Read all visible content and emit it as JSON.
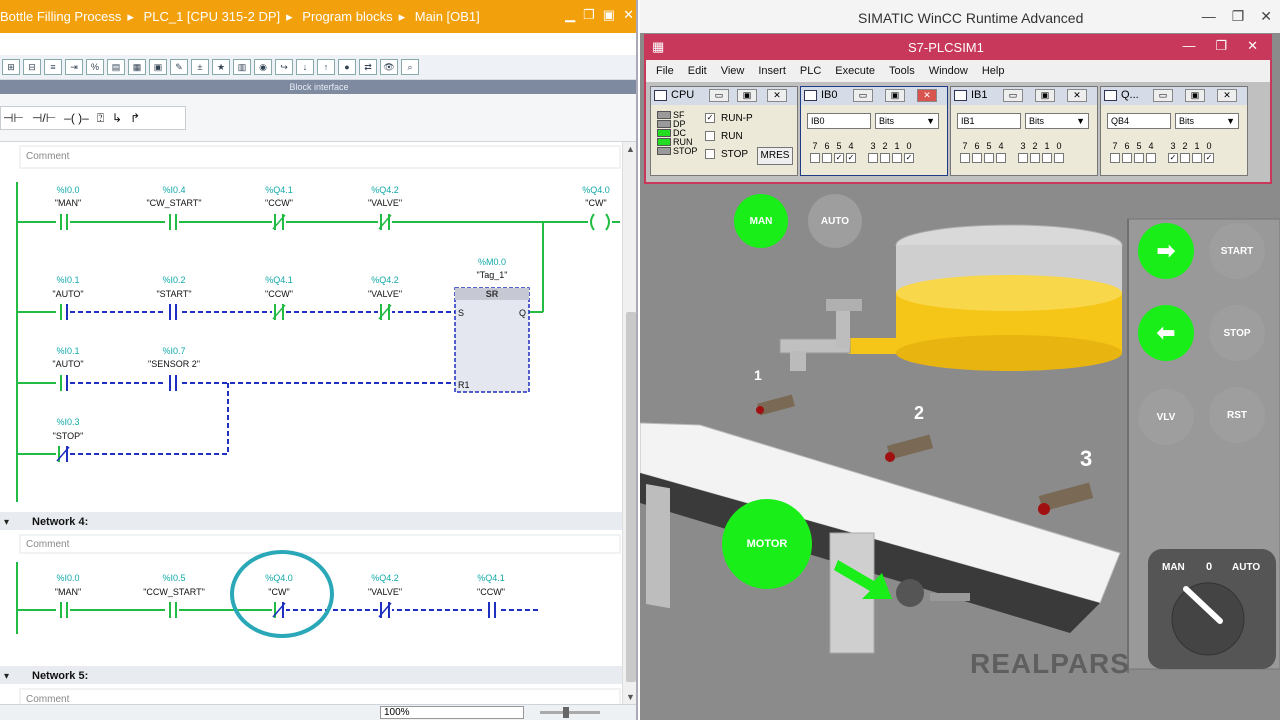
{
  "tia": {
    "breadcrumb": [
      "Bottle Filling Process",
      "PLC_1 [CPU 315-2 DP]",
      "Program blocks",
      "Main [OB1]"
    ],
    "window_buttons": [
      "▁",
      "❐",
      "▣",
      "✕"
    ],
    "block_interface": "Block interface",
    "comment_label": "Comment",
    "network4_label": "Network 4:",
    "network5_label": "Network 5:",
    "zoom": "100%",
    "net3": {
      "row1": [
        {
          "addr": "%I0.0",
          "tag": "\"MAN\""
        },
        {
          "addr": "%I0.4",
          "tag": "\"CW_START\""
        },
        {
          "addr": "%Q4.1",
          "tag": "\"CCW\""
        },
        {
          "addr": "%Q4.2",
          "tag": "\"VALVE\""
        },
        {
          "addr": "%Q4.0",
          "tag": "\"CW\""
        }
      ],
      "row2": [
        {
          "addr": "%I0.1",
          "tag": "\"AUTO\""
        },
        {
          "addr": "%I0.2",
          "tag": "\"START\""
        },
        {
          "addr": "%Q4.1",
          "tag": "\"CCW\""
        },
        {
          "addr": "%Q4.2",
          "tag": "\"VALVE\""
        }
      ],
      "sr_addr": "%M0.0",
      "sr_tag": "\"Tag_1\"",
      "sr_title": "SR",
      "sr_s": "S",
      "sr_q": "Q",
      "sr_r1": "R1",
      "row3": [
        {
          "addr": "%I0.1",
          "tag": "\"AUTO\""
        },
        {
          "addr": "%I0.7",
          "tag": "\"SENSOR 2\""
        }
      ],
      "row4": [
        {
          "addr": "%I0.3",
          "tag": "\"STOP\""
        }
      ]
    },
    "net4": {
      "row1": [
        {
          "addr": "%I0.0",
          "tag": "\"MAN\""
        },
        {
          "addr": "%I0.5",
          "tag": "\"CCW_START\""
        },
        {
          "addr": "%Q4.0",
          "tag": "\"CW\""
        },
        {
          "addr": "%Q4.2",
          "tag": "\"VALVE\""
        },
        {
          "addr": "%Q4.1",
          "tag": "\"CCW\""
        }
      ]
    }
  },
  "wincc": {
    "title": "SIMATIC WinCC Runtime Advanced",
    "window_buttons": [
      "—",
      "❐",
      "✕"
    ]
  },
  "plcsim": {
    "title": "S7-PLCSIM1",
    "window_buttons": [
      "—",
      "❐",
      "✕"
    ],
    "menu": [
      "File",
      "Edit",
      "View",
      "Insert",
      "PLC",
      "Execute",
      "Tools",
      "Window",
      "Help"
    ],
    "cpu": {
      "title": "CPU",
      "leds": [
        {
          "label": "SF",
          "color": "#9a9a9a"
        },
        {
          "label": "DP",
          "color": "#9a9a9a"
        },
        {
          "label": "DC",
          "color": "#22dd22"
        },
        {
          "label": "RUN",
          "color": "#22dd22"
        },
        {
          "label": "STOP",
          "color": "#9a9a9a"
        }
      ],
      "modes": [
        {
          "label": "RUN-P",
          "checked": true
        },
        {
          "label": "RUN",
          "checked": false
        },
        {
          "label": "STOP",
          "checked": false
        }
      ],
      "mres": "MRES"
    },
    "ib0": {
      "title": "IB0",
      "address": "IB0",
      "format": "Bits",
      "bits_checked": [
        false,
        false,
        true,
        true,
        false,
        false,
        false,
        true
      ]
    },
    "ib1": {
      "title": "IB1",
      "address": "IB1",
      "format": "Bits",
      "bits_checked": [
        false,
        false,
        false,
        false,
        false,
        false,
        false,
        false
      ]
    },
    "qb4": {
      "title": "Q...",
      "address": "QB4",
      "format": "Bits",
      "bits_checked": [
        false,
        false,
        false,
        false,
        true,
        false,
        false,
        true
      ]
    },
    "bit_numbers": [
      "7",
      "6",
      "5",
      "4",
      "3",
      "2",
      "1",
      "0"
    ]
  },
  "hmi": {
    "buttons": {
      "man": "MAN",
      "auto": "AUTO",
      "start": "START",
      "stop": "STOP",
      "vlv": "VLV",
      "rst": "RST",
      "motor": "MOTOR"
    },
    "sensor_labels": [
      "1",
      "2",
      "3"
    ],
    "selector": {
      "left": "MAN",
      "center": "0",
      "right": "AUTO"
    },
    "watermark": "REALPARS",
    "colors": {
      "active_green": "#19ee19",
      "inactive_gray": "#9e9e9e",
      "liquid": "#f5c518",
      "accent_orange": "#f2a10c",
      "plcsim_frame": "#c8385a",
      "ladder_green": "#22bb44",
      "ladder_blue": "#1f2fbf",
      "tag_teal": "#11a8a8",
      "highlight_circle": "#2aa8b8"
    }
  }
}
